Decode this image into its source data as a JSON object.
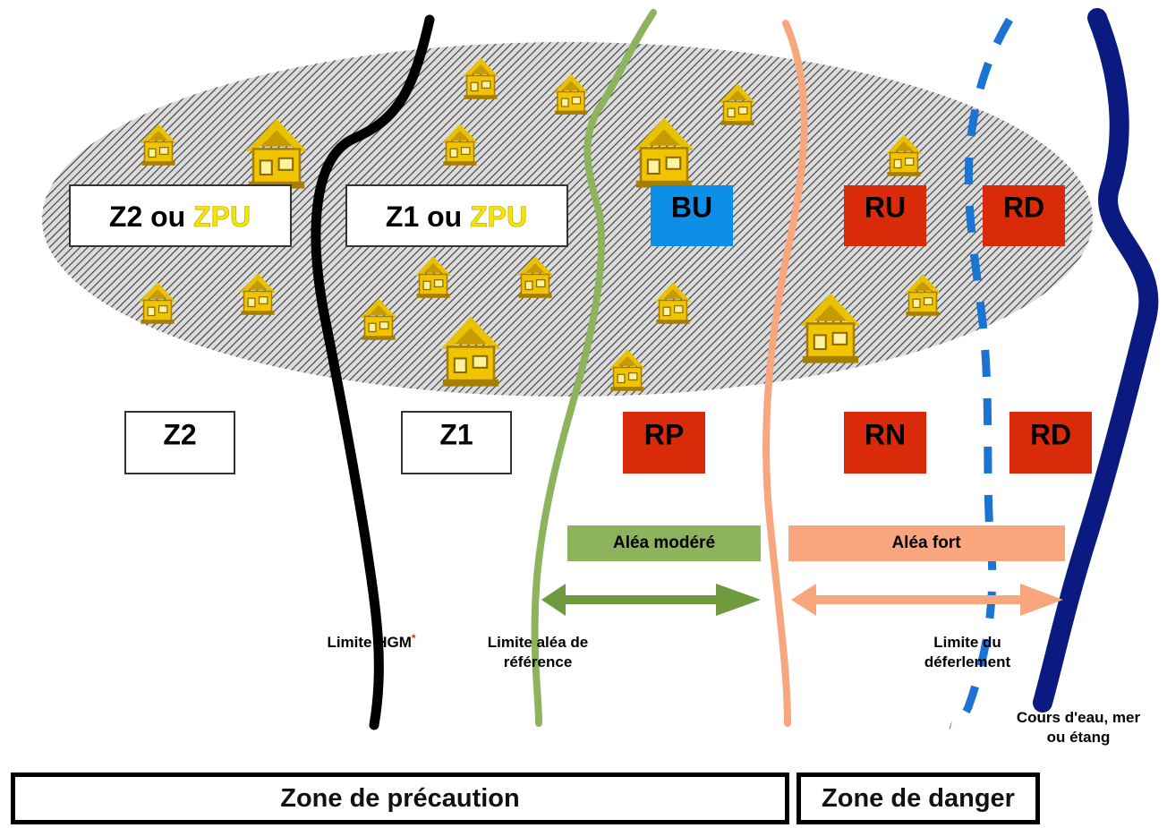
{
  "zones_urban": {
    "z2_zpu": {
      "prefix": "Z2 ou ",
      "highlight": "ZPU"
    },
    "z1_zpu": {
      "prefix": "Z1 ou ",
      "highlight": "ZPU"
    },
    "bu": "BU",
    "ru": "RU",
    "rd_urban": "RD"
  },
  "zones_natural": {
    "z2": "Z2",
    "z1": "Z1",
    "rp": "RP",
    "rn": "RN",
    "rd_natural": "RD"
  },
  "hazard": {
    "moderate": "Aléa modéré",
    "strong": "Aléa fort"
  },
  "limits": {
    "hgm_main": "Limite HGM",
    "hgm_mark": "*",
    "reference_line1": "Limite aléa de",
    "reference_line2": "référence",
    "breaking_line1": "Limite du",
    "breaking_line2": "déferlement",
    "water_line1": "Cours d'eau, mer",
    "water_line2": "ou étang"
  },
  "bottom": {
    "precaution": "Zone de précaution",
    "danger": "Zone de danger"
  },
  "colors": {
    "hgm": "#000000",
    "reference": "#8db35c",
    "fort_line": "#f7a67e",
    "breaking": "#1b74d1",
    "water": "#0a1a80",
    "house": "#e8c100",
    "bu": "#0d8fe8",
    "red_zone": "#d92b0a",
    "moderate_bar": "#8db35c",
    "strong_bar": "#f7a67e",
    "zpu_text": "#f5e600"
  }
}
